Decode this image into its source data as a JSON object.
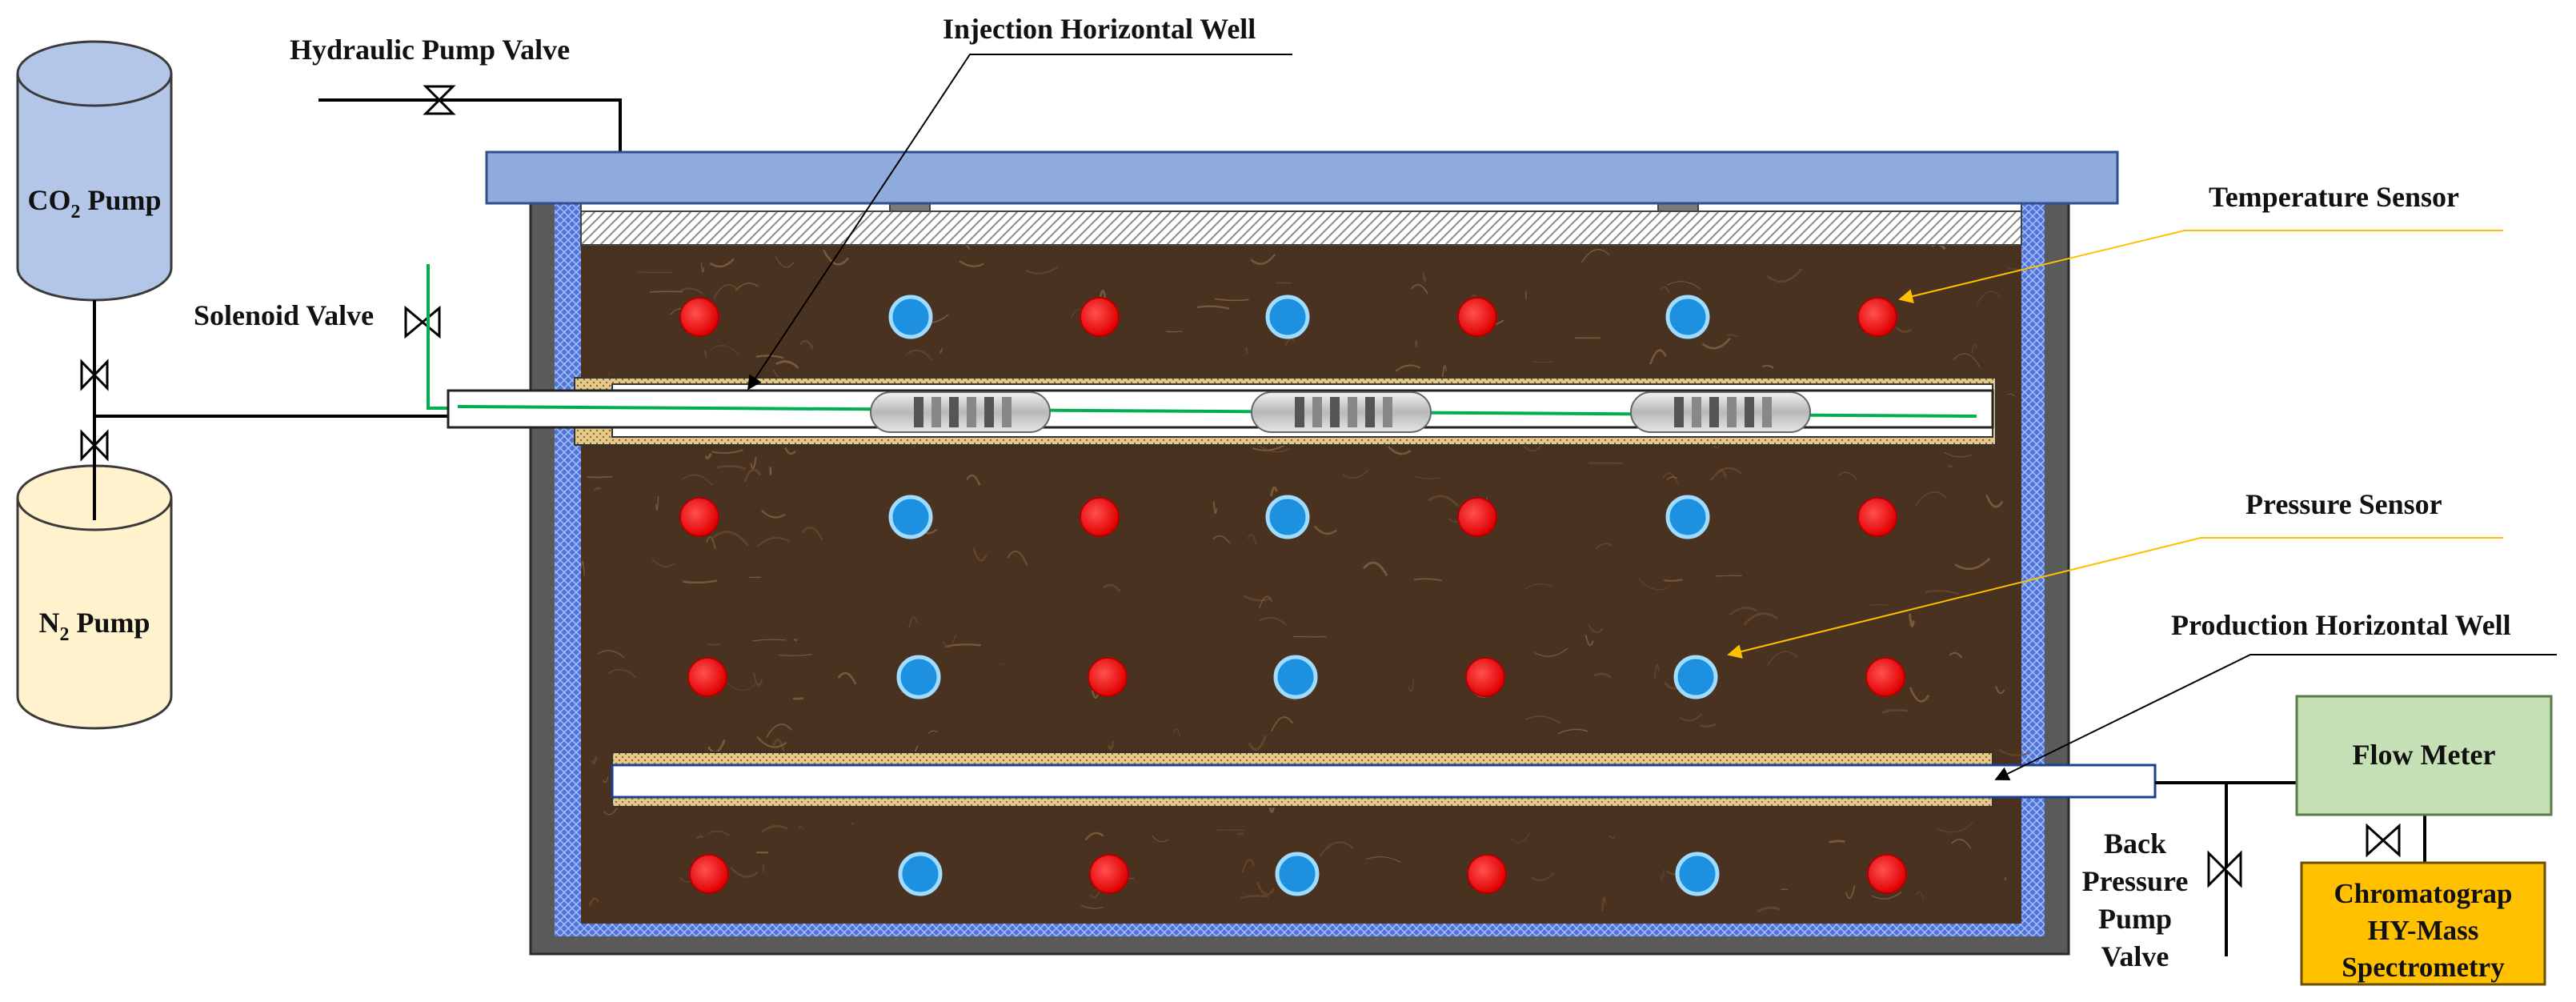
{
  "labels": {
    "hydraulic_pump_valve": "Hydraulic Pump Valve",
    "injection_well": "Injection Horizontal Well",
    "co2_pump_pre": "CO",
    "co2_pump_sub": "2",
    "co2_pump_post": " Pump",
    "n2_pump_pre": "N",
    "n2_pump_sub": "2",
    "n2_pump_post": " Pump",
    "solenoid_valve": "Solenoid Valve",
    "temperature_sensor": "Temperature Sensor",
    "pressure_sensor": "Pressure Sensor",
    "production_well": "Production Horizontal Well",
    "flow_meter": "Flow Meter",
    "back_pressure_1": "Back",
    "back_pressure_2": "Pressure",
    "back_pressure_3": "Pump",
    "back_pressure_4": "Valve",
    "chromatograph_1": "Chromatograp",
    "chromatograph_2": "HY-Mass",
    "chromatograph_3": "Spectrometry"
  },
  "colors": {
    "co2_tank": "#b4c6e7",
    "n2_tank": "#fff2cc",
    "lid": "#8faadc",
    "temperature_sensor": "#ff0000",
    "pressure_sensor": "#1e90e0",
    "soil": "#4a3220",
    "flow_meter": "#c5e0b4",
    "chromatograph": "#ffc000",
    "green_line": "#00b050",
    "leader_yellow": "#ffc000"
  },
  "sensor_pattern": [
    "temperature",
    "pressure",
    "temperature",
    "pressure",
    "temperature",
    "pressure",
    "temperature"
  ]
}
